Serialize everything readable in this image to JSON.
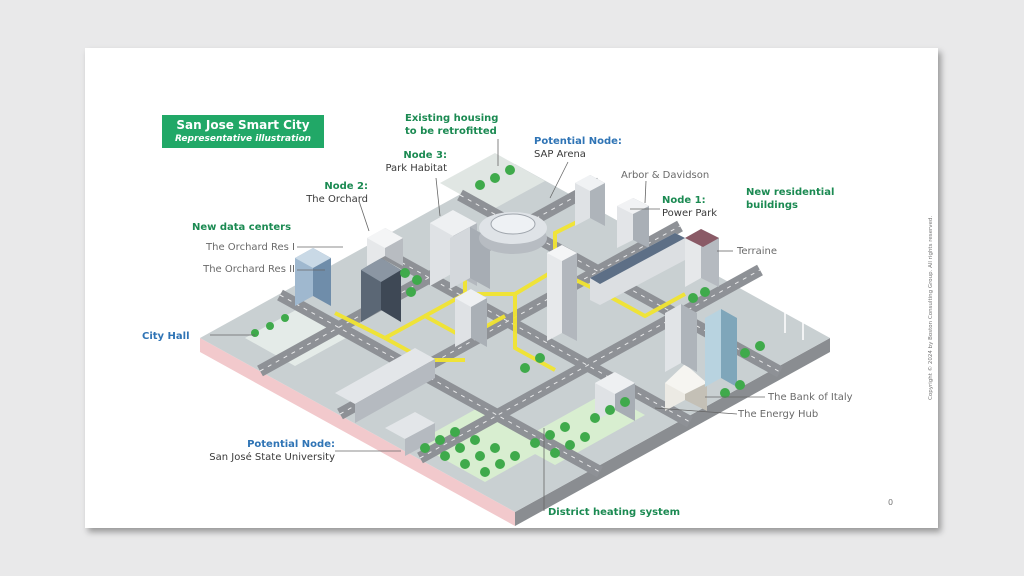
{
  "title": {
    "main": "San Jose Smart City",
    "sub": "Representative illustration"
  },
  "labels": {
    "existing_housing": [
      "Existing housing",
      "to be retrofitted"
    ],
    "node3": {
      "tag": "Node 3:",
      "name": "Park Habitat"
    },
    "sap": {
      "tag": "Potential Node:",
      "name": "SAP Arena"
    },
    "arbor": "Arbor & Davidson",
    "node1": {
      "tag": "Node 1:",
      "name": "Power Park"
    },
    "new_residential": [
      "New residential",
      "buildings"
    ],
    "node2": {
      "tag": "Node 2:",
      "name": "The Orchard"
    },
    "new_data_centers": "New data centers",
    "orchard_res_1": "The Orchard Res I",
    "orchard_res_2": "The Orchard Res II",
    "terraine": "Terraine",
    "city_hall": "City Hall",
    "bank_of_italy": "The Bank of Italy",
    "energy_hub": "The Energy Hub",
    "sjsu": {
      "tag": "Potential Node:",
      "name": "San José State University"
    },
    "district_heating": "District heating system"
  },
  "page_number": "0",
  "copyright": "Copyright © 2024 by Boston Consulting Group. All rights reserved.",
  "colors": {
    "brand_green": "#21a867",
    "label_green": "#1b8a52",
    "label_blue": "#2f74b5",
    "heating_line": "#f2e530",
    "road": "#8e9196",
    "ground": "#c9d0d2"
  }
}
